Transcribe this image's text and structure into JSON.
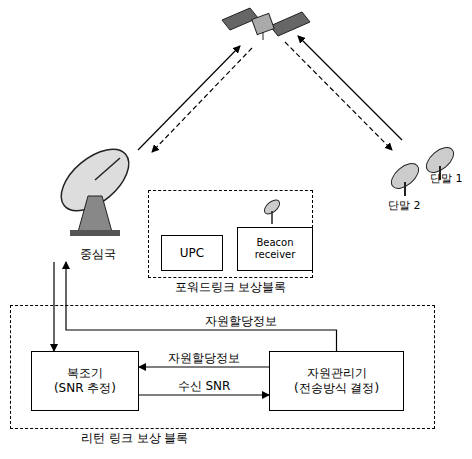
{
  "diagram": {
    "nodes": [
      {
        "text": [
          "중심국"
        ]
      },
      {
        "text": [
          "포워드링크 보상블록"
        ]
      },
      {
        "text": [
          "UPC"
        ],
        "in": 1
      },
      {
        "text": [
          "Beacon receiver"
        ],
        "in": 1
      },
      {
        "text": [
          "리턴 링크 보상 블록"
        ]
      },
      {
        "text": [
          "복조기",
          "(SNR 추정)"
        ],
        "in": 4
      },
      {
        "text": [
          "자원관리기",
          "(전송방식 결정)"
        ],
        "in": 4
      }
    ],
    "edges": [
      {
        "from": 6,
        "to": 0,
        "label": "자원할당정보",
        "arrow": "to"
      },
      {
        "from": 6,
        "to": 5,
        "label": "자원할당정보",
        "arrow": "to"
      },
      {
        "from": 5,
        "to": 6,
        "label": "수신 SNR",
        "arrow": "to"
      },
      {
        "from": 0,
        "to": 5,
        "arrow": "to"
      }
    ],
    "labels": [
      "단말 1",
      "단말 2"
    ]
  }
}
